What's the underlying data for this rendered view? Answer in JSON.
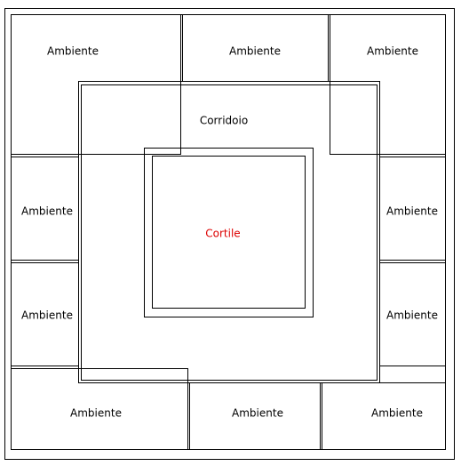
{
  "plan": {
    "rooms": {
      "top_left": "Ambiente",
      "top_center": "Ambiente",
      "top_right": "Ambiente",
      "left_upper": "Ambiente",
      "left_lower": "Ambiente",
      "right_upper": "Ambiente",
      "right_lower": "Ambiente",
      "bottom_left": "Ambiente",
      "bottom_center": "Ambiente",
      "bottom_right": "Ambiente"
    },
    "corridor": "Corridoio",
    "courtyard": "Cortile"
  },
  "colors": {
    "background": "#ffffff",
    "lines": "#000000",
    "text": "#000000",
    "courtyard_text": "#dd0000"
  }
}
